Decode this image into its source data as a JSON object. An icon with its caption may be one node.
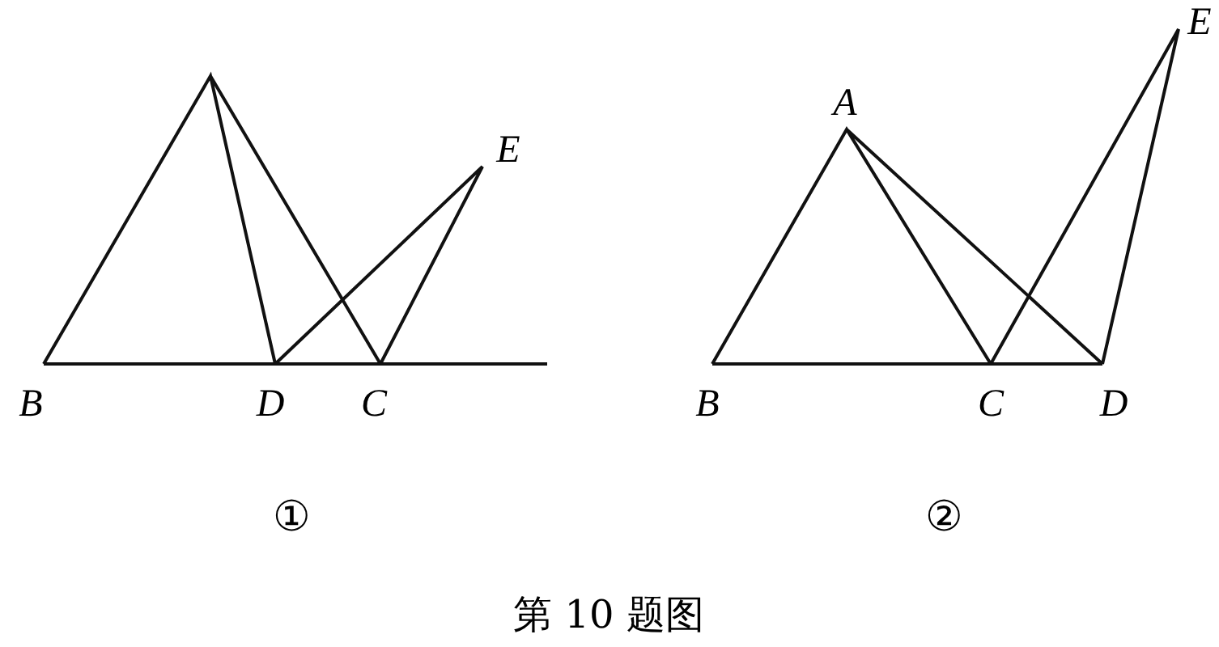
{
  "diagram": {
    "caption": "第 10 题图",
    "labels": [
      "E",
      "A",
      "E",
      "B",
      "D",
      "C",
      "B",
      "C",
      "D",
      "①",
      "②"
    ]
  }
}
